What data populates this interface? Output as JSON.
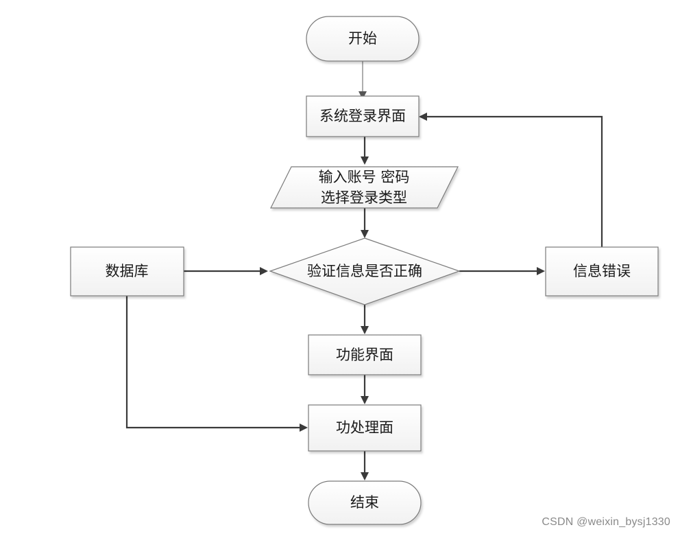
{
  "nodes": {
    "start": "开始",
    "login": "系统登录界面",
    "input_line1": "输入账号 密码",
    "input_line2": "选择登录类型",
    "verify": "验证信息是否正确",
    "database": "数据库",
    "error": "信息错误",
    "function": "功能界面",
    "process": "功处理面",
    "end": "结束"
  },
  "watermark": "CSDN @weixin_bysj1330"
}
